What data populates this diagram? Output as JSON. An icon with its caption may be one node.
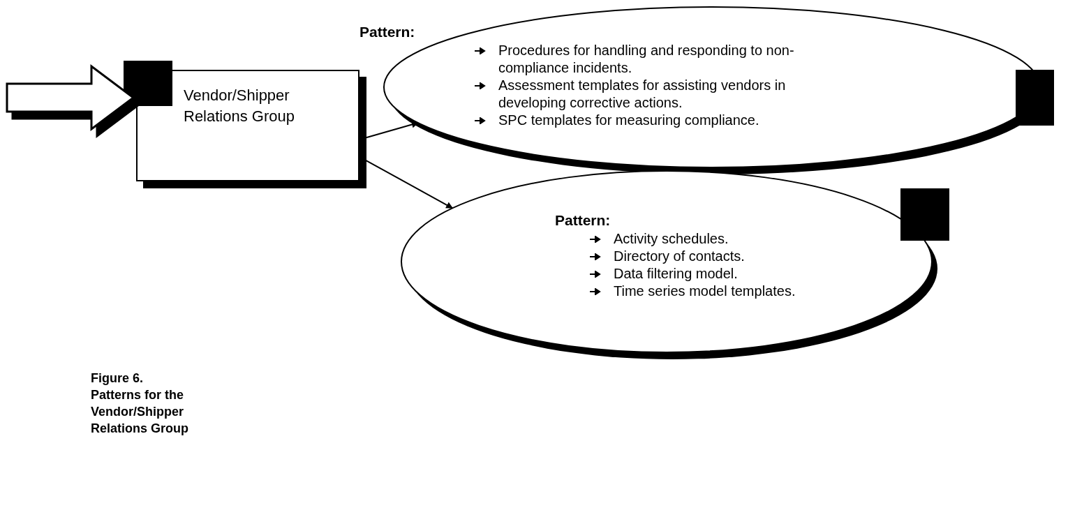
{
  "diagram": {
    "caption": "Figure 6. Patterns for the Vendor/Shipper Relations Group",
    "nodes": [
      {
        "text": [
          "Vendor/Shipper Relations Group"
        ]
      },
      {
        "text": [
          "Pattern:",
          "Procedures for handling and responding to non-compliance incidents.",
          "Assessment templates for assisting vendors in developing corrective actions.",
          "SPC templates for measuring compliance."
        ]
      },
      {
        "text": [
          "Pattern:",
          "Activity schedules.",
          "Directory of contacts.",
          "Data filtering model.",
          "Time series model templates."
        ]
      }
    ],
    "edges": [
      {
        "from": null,
        "to": 0,
        "arrow": "to",
        "style": "thick"
      },
      {
        "from": 0,
        "to": 1,
        "arrow": "to"
      },
      {
        "from": 0,
        "to": 2,
        "arrow": "to"
      }
    ]
  }
}
